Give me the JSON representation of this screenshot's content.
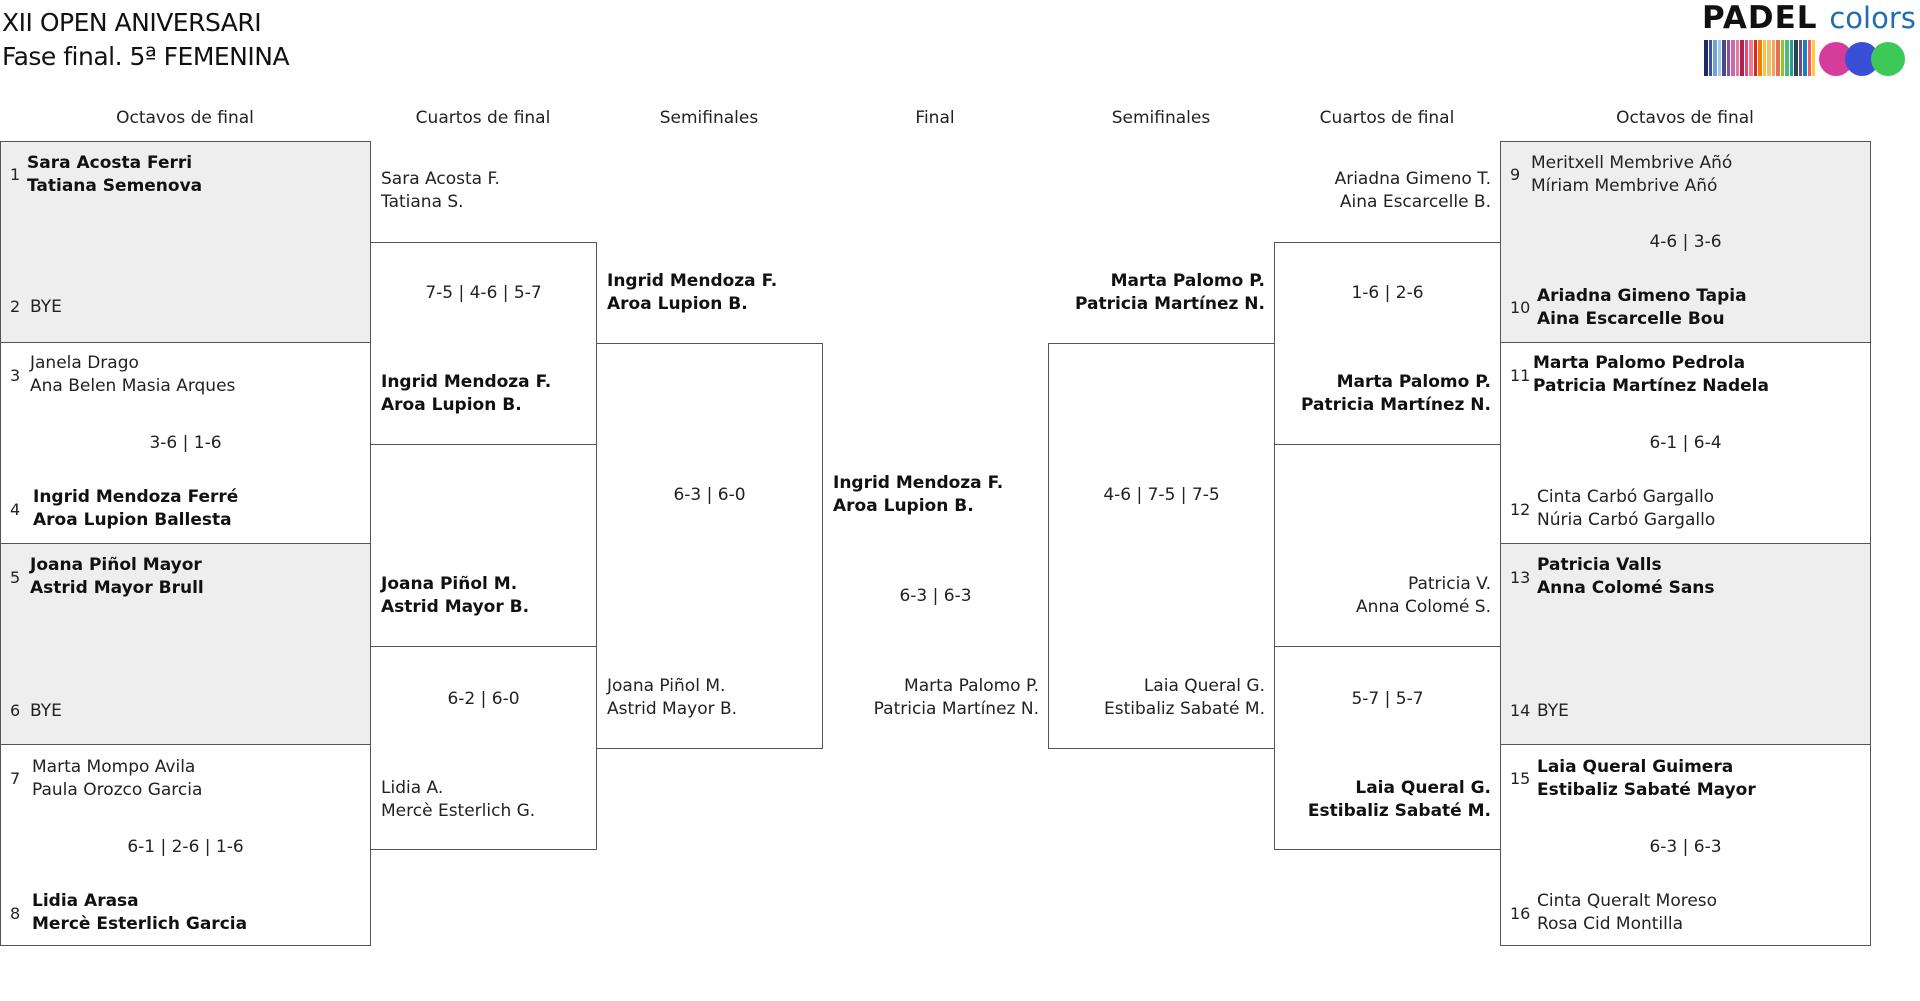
{
  "title": "XII OPEN ANIVERSARI",
  "subtitle": "Fase final. 5ª FEMENINA",
  "logo": {
    "main": "PADEL",
    "secondary": "colors",
    "accent": "#1f6fb0"
  },
  "headers": {
    "left_r16": "Octavos de final",
    "left_qf": "Cuartos de final",
    "left_sf": "Semifinales",
    "final": "Final",
    "right_sf": "Semifinales",
    "right_qf": "Cuartos de final",
    "right_r16": "Octavos de final"
  },
  "left_r16": [
    {
      "top_num": "1",
      "top_a": "Sara Acosta Ferri",
      "top_b": "Tatiana Semenova",
      "score": "",
      "bot_num": "2",
      "bot_a": "BYE",
      "bot_b": ""
    },
    {
      "top_num": "3",
      "top_a": "Janela Drago",
      "top_b": "Ana Belen Masia Arques",
      "score": "3-6 | 1-6",
      "bot_num": "4",
      "bot_a": "Ingrid Mendoza Ferré",
      "bot_b": "Aroa Lupion Ballesta"
    },
    {
      "top_num": "5",
      "top_a": "Joana Piñol Mayor",
      "top_b": "Astrid Mayor Brull",
      "score": "",
      "bot_num": "6",
      "bot_a": "BYE",
      "bot_b": ""
    },
    {
      "top_num": "7",
      "top_a": "Marta Mompo Avila",
      "top_b": "Paula Orozco Garcia",
      "score": "6-1 | 2-6 | 1-6",
      "bot_num": "8",
      "bot_a": "Lidia Arasa",
      "bot_b": "Mercè Esterlich Garcia"
    }
  ],
  "left_qf": [
    {
      "top_a": "Sara Acosta F.",
      "top_b": "Tatiana S.",
      "score": "7-5 | 4-6 | 5-7",
      "bot_a": "Ingrid Mendoza F.",
      "bot_b": "Aroa Lupion B."
    },
    {
      "top_a": "Joana Piñol M.",
      "top_b": "Astrid Mayor B.",
      "score": "6-2 | 6-0",
      "bot_a": "Lidia A.",
      "bot_b": "Mercè Esterlich G."
    }
  ],
  "left_sf": {
    "top_a": "Ingrid Mendoza F.",
    "top_b": "Aroa Lupion B.",
    "score": "6-3 | 6-0",
    "bot_a": "Joana Piñol M.",
    "bot_b": "Astrid Mayor B."
  },
  "final": {
    "top_a": "Ingrid Mendoza F.",
    "top_b": "Aroa Lupion B.",
    "score": "6-3 | 6-3",
    "bot_a": "Marta Palomo P.",
    "bot_b": "Patricia Martínez N."
  },
  "right_sf": {
    "top_a": "Marta Palomo P.",
    "top_b": "Patricia Martínez N.",
    "score": "4-6 | 7-5 | 7-5",
    "bot_a": "Laia Queral G.",
    "bot_b": "Estibaliz Sabaté M."
  },
  "right_qf": [
    {
      "top_a": "Ariadna Gimeno T.",
      "top_b": "Aina Escarcelle B.",
      "score": "1-6 | 2-6",
      "bot_a": "Marta Palomo P.",
      "bot_b": "Patricia Martínez N."
    },
    {
      "top_a": "Patricia V.",
      "top_b": "Anna Colomé S.",
      "score": "5-7 | 5-7",
      "bot_a": "Laia Queral G.",
      "bot_b": "Estibaliz Sabaté M."
    }
  ],
  "right_r16": [
    {
      "top_num": "9",
      "top_a": "Meritxell Membrive Añó",
      "top_b": "Míriam Membrive Añó",
      "score": "4-6 | 3-6",
      "bot_num": "10",
      "bot_a": "Ariadna Gimeno Tapia",
      "bot_b": "Aina Escarcelle Bou"
    },
    {
      "top_num": "11",
      "top_a": "Marta Palomo Pedrola",
      "top_b": "Patricia Martínez Nadela",
      "score": "6-1 | 6-4",
      "bot_num": "12",
      "bot_a": "Cinta Carbó Gargallo",
      "bot_b": "Núria Carbó Gargallo"
    },
    {
      "top_num": "13",
      "top_a": "Patricia Valls",
      "top_b": "Anna Colomé Sans",
      "score": "",
      "bot_num": "14",
      "bot_a": "BYE",
      "bot_b": ""
    },
    {
      "top_num": "15",
      "top_a": "Laia Queral Guimera",
      "top_b": "Estibaliz Sabaté Mayor",
      "score": "6-3 | 6-3",
      "bot_num": "16",
      "bot_a": "Cinta Queralt Moreso",
      "bot_b": "Rosa Cid Montilla"
    }
  ]
}
